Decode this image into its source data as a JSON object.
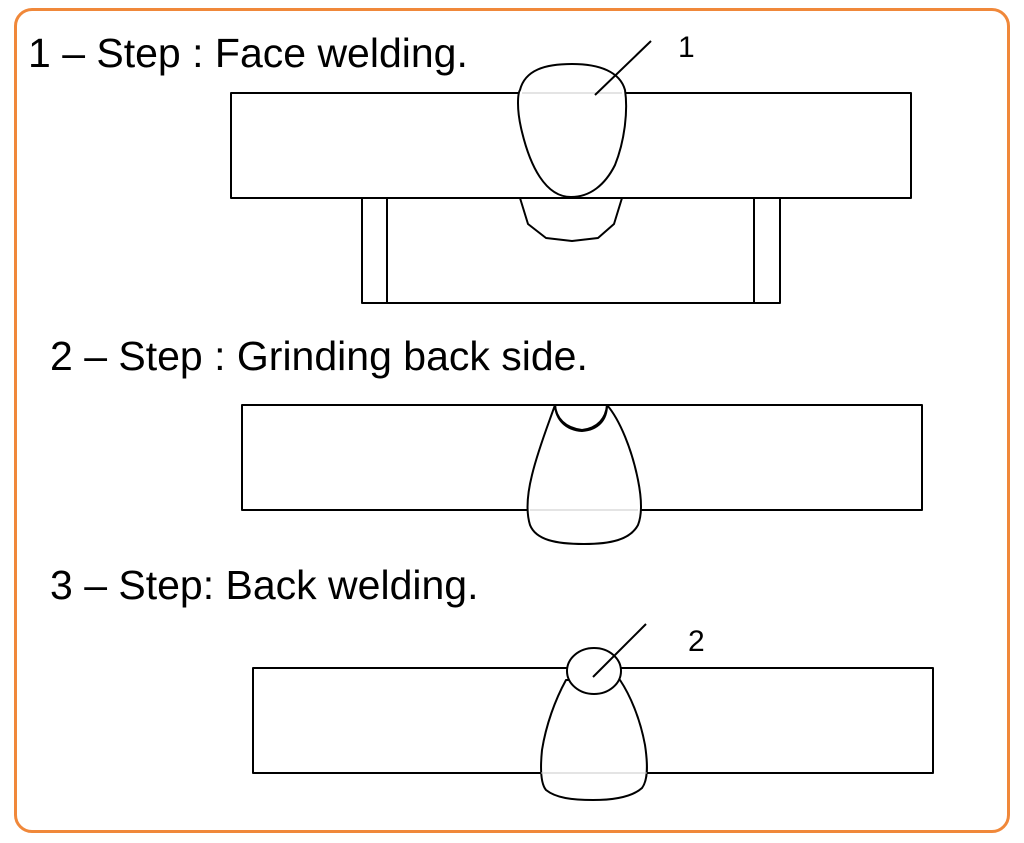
{
  "steps": [
    {
      "label": "1 – Step : Face welding."
    },
    {
      "label": "2 – Step : Grinding back side."
    },
    {
      "label": "3 – Step: Back welding."
    }
  ],
  "callouts": [
    {
      "number": "1"
    },
    {
      "number": "2"
    }
  ],
  "colors": {
    "frame_border": "#f0883a",
    "line": "#000000",
    "background": "#ffffff"
  }
}
